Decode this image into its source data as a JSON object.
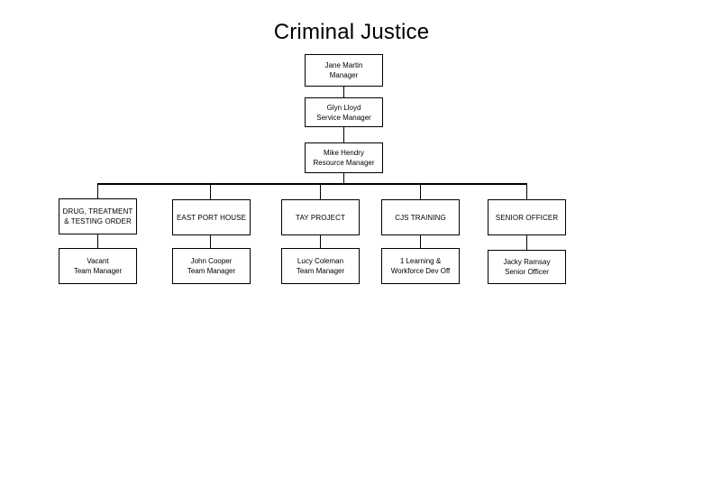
{
  "chart_data": {
    "type": "diagram",
    "diagram_type": "organizational-chart",
    "title": "Criminal Justice",
    "nodes": [
      {
        "id": "manager",
        "line1": "Jane Martin",
        "line2": "Manager",
        "level": 0
      },
      {
        "id": "service-manager",
        "line1": "Glyn Lloyd",
        "line2": "Service Manager",
        "level": 1
      },
      {
        "id": "resource-manager",
        "line1": "Mike Hendry",
        "line2": "Resource Manager",
        "level": 2
      },
      {
        "id": "dttо",
        "line1": "DRUG, TREATMENT",
        "line2": "& TESTING ORDER",
        "level": 3
      },
      {
        "id": "east-port-house",
        "line1": "EAST PORT HOUSE",
        "line2": "",
        "level": 3
      },
      {
        "id": "tay-project",
        "line1": "TAY PROJECT",
        "line2": "",
        "level": 3
      },
      {
        "id": "cjs-training",
        "line1": "CJS TRAINING",
        "line2": "",
        "level": 3
      },
      {
        "id": "senior-officer",
        "line1": "SENIOR OFFICER",
        "line2": "",
        "level": 3
      },
      {
        "id": "vacant",
        "line1": "Vacant",
        "line2": "Team Manager",
        "level": 4
      },
      {
        "id": "john-cooper",
        "line1": "John Cooper",
        "line2": "Team Manager",
        "level": 4
      },
      {
        "id": "lucy-coleman",
        "line1": "Lucy Coleman",
        "line2": "Team Manager",
        "level": 4
      },
      {
        "id": "learning-dev",
        "line1": "1 Learning &",
        "line2": "Workforce Dev Off",
        "level": 4
      },
      {
        "id": "jacky-ramsay",
        "line1": "Jacky Ramsay",
        "line2": "Senior Officer",
        "level": 4
      }
    ],
    "edges": [
      {
        "from": "manager",
        "to": "service-manager"
      },
      {
        "from": "service-manager",
        "to": "resource-manager"
      },
      {
        "from": "resource-manager",
        "to": "dtto"
      },
      {
        "from": "resource-manager",
        "to": "east-port-house"
      },
      {
        "from": "resource-manager",
        "to": "tay-project"
      },
      {
        "from": "resource-manager",
        "to": "cjs-training"
      },
      {
        "from": "resource-manager",
        "to": "senior-officer"
      },
      {
        "from": "dtto",
        "to": "vacant"
      },
      {
        "from": "east-port-house",
        "to": "john-cooper"
      },
      {
        "from": "tay-project",
        "to": "lucy-coleman"
      },
      {
        "from": "cjs-training",
        "to": "learning-dev"
      },
      {
        "from": "senior-officer",
        "to": "jacky-ramsay"
      }
    ],
    "colors": {
      "background": "#ffffff",
      "box_fill": "#ffffff",
      "box_border": "#000000",
      "connector": "#000000",
      "text": "#000000"
    }
  },
  "title": "Criminal Justice",
  "boxes": {
    "manager": {
      "line1": "Jane Martin",
      "line2": "Manager"
    },
    "service_manager": {
      "line1": "Glyn Lloyd",
      "line2": "Service Manager"
    },
    "resource_manager": {
      "line1": "Mike Hendry",
      "line2": "Resource Manager"
    },
    "dtto": {
      "line1": "DRUG, TREATMENT",
      "line2": "& TESTING ORDER"
    },
    "east_port_house": {
      "line1": "EAST PORT HOUSE",
      "line2": ""
    },
    "tay_project": {
      "line1": "TAY PROJECT",
      "line2": ""
    },
    "cjs_training": {
      "line1": "CJS TRAINING",
      "line2": ""
    },
    "senior_officer": {
      "line1": "SENIOR OFFICER",
      "line2": ""
    },
    "vacant": {
      "line1": "Vacant",
      "line2": "Team Manager"
    },
    "john_cooper": {
      "line1": "John Cooper",
      "line2": "Team Manager"
    },
    "lucy_coleman": {
      "line1": "Lucy Coleman",
      "line2": "Team Manager"
    },
    "learning_dev": {
      "line1": "1 Learning &",
      "line2": "Workforce Dev Off"
    },
    "jacky_ramsay": {
      "line1": "Jacky Ramsay",
      "line2": "Senior Officer"
    }
  }
}
